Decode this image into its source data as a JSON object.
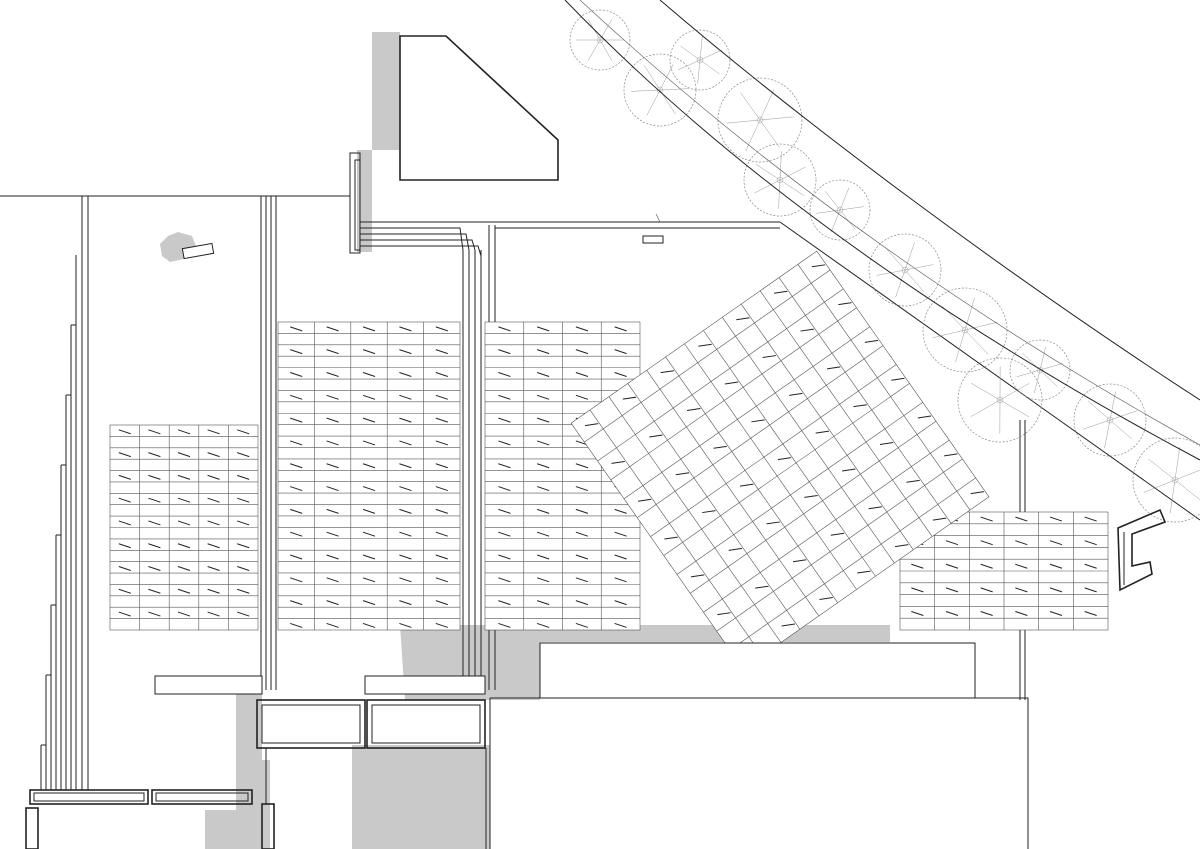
{
  "drawing": {
    "kind": "site plan",
    "line_color": "#222222",
    "shade_color": "#c9c9c9",
    "background": "#ffffff",
    "elements": [
      "building-block-upper",
      "tree-row",
      "planting-grids",
      "rotated-planting-grid",
      "stair-steps",
      "ground-shadows"
    ]
  }
}
